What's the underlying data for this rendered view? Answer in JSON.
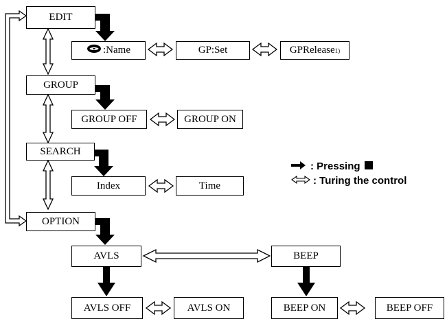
{
  "menu": {
    "edit": "EDIT",
    "group": "GROUP",
    "search": "SEARCH",
    "option": "OPTION"
  },
  "edit_items": {
    "name_label": ":Name",
    "gp_set": "GP:Set",
    "gp_release": "GPRelease",
    "gp_release_note": "1)"
  },
  "group_items": {
    "off": "GROUP OFF",
    "on": "GROUP ON"
  },
  "search_items": {
    "index": "Index",
    "time": "Time"
  },
  "option_items": {
    "avls": "AVLS",
    "beep": "BEEP",
    "avls_off": "AVLS OFF",
    "avls_on": "AVLS ON",
    "beep_on": "BEEP ON",
    "beep_off": "BEEP OFF"
  },
  "legend": {
    "pressing": ": Pressing",
    "turning": ": Turing the control"
  },
  "icons": {
    "press_arrow": "black-arrow-icon",
    "turn_arrow": "double-outline-arrow-icon",
    "disc": "disc-icon",
    "stop": "stop-square-icon"
  },
  "colors": {
    "line": "#000000",
    "background": "#ffffff"
  }
}
